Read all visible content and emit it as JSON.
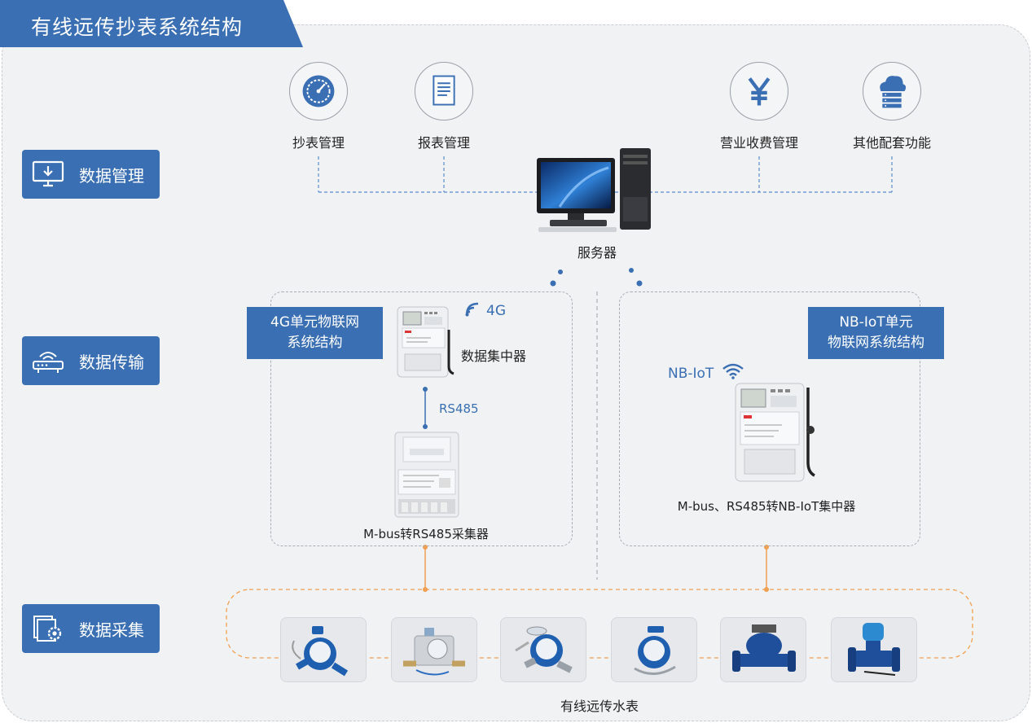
{
  "title": "有线远传抄表系统结构",
  "sidebar": [
    {
      "label": "数据管理",
      "icon": "monitor-download-icon"
    },
    {
      "label": "数据传输",
      "icon": "router-icon"
    },
    {
      "label": "数据采集",
      "icon": "settings-gear-icon"
    }
  ],
  "top_functions": [
    {
      "label": "抄表管理",
      "icon": "gauge-icon"
    },
    {
      "label": "报表管理",
      "icon": "document-icon"
    },
    {
      "label": "营业收费管理",
      "icon": "yen-icon"
    },
    {
      "label": "其他配套功能",
      "icon": "cloud-server-icon"
    }
  ],
  "server": {
    "label": "服务器"
  },
  "left_panel": {
    "title_line1": "4G单元物联网",
    "title_line2": "系统结构",
    "signal_label": "4G",
    "concentrator_label": "数据集中器",
    "link_label": "RS485",
    "collector_label": "M-bus转RS485采集器"
  },
  "right_panel": {
    "title_line1": "NB-IoT单元",
    "title_line2": "物联网系统结构",
    "signal_label": "NB-IoT",
    "concentrator_label": "M-bus、RS485转NB-IoT集中器"
  },
  "meters_label": "有线远传水表",
  "colors": {
    "accent": "#3a6fb3",
    "orange": "#f0a050",
    "frame": "#f1f2f4"
  }
}
